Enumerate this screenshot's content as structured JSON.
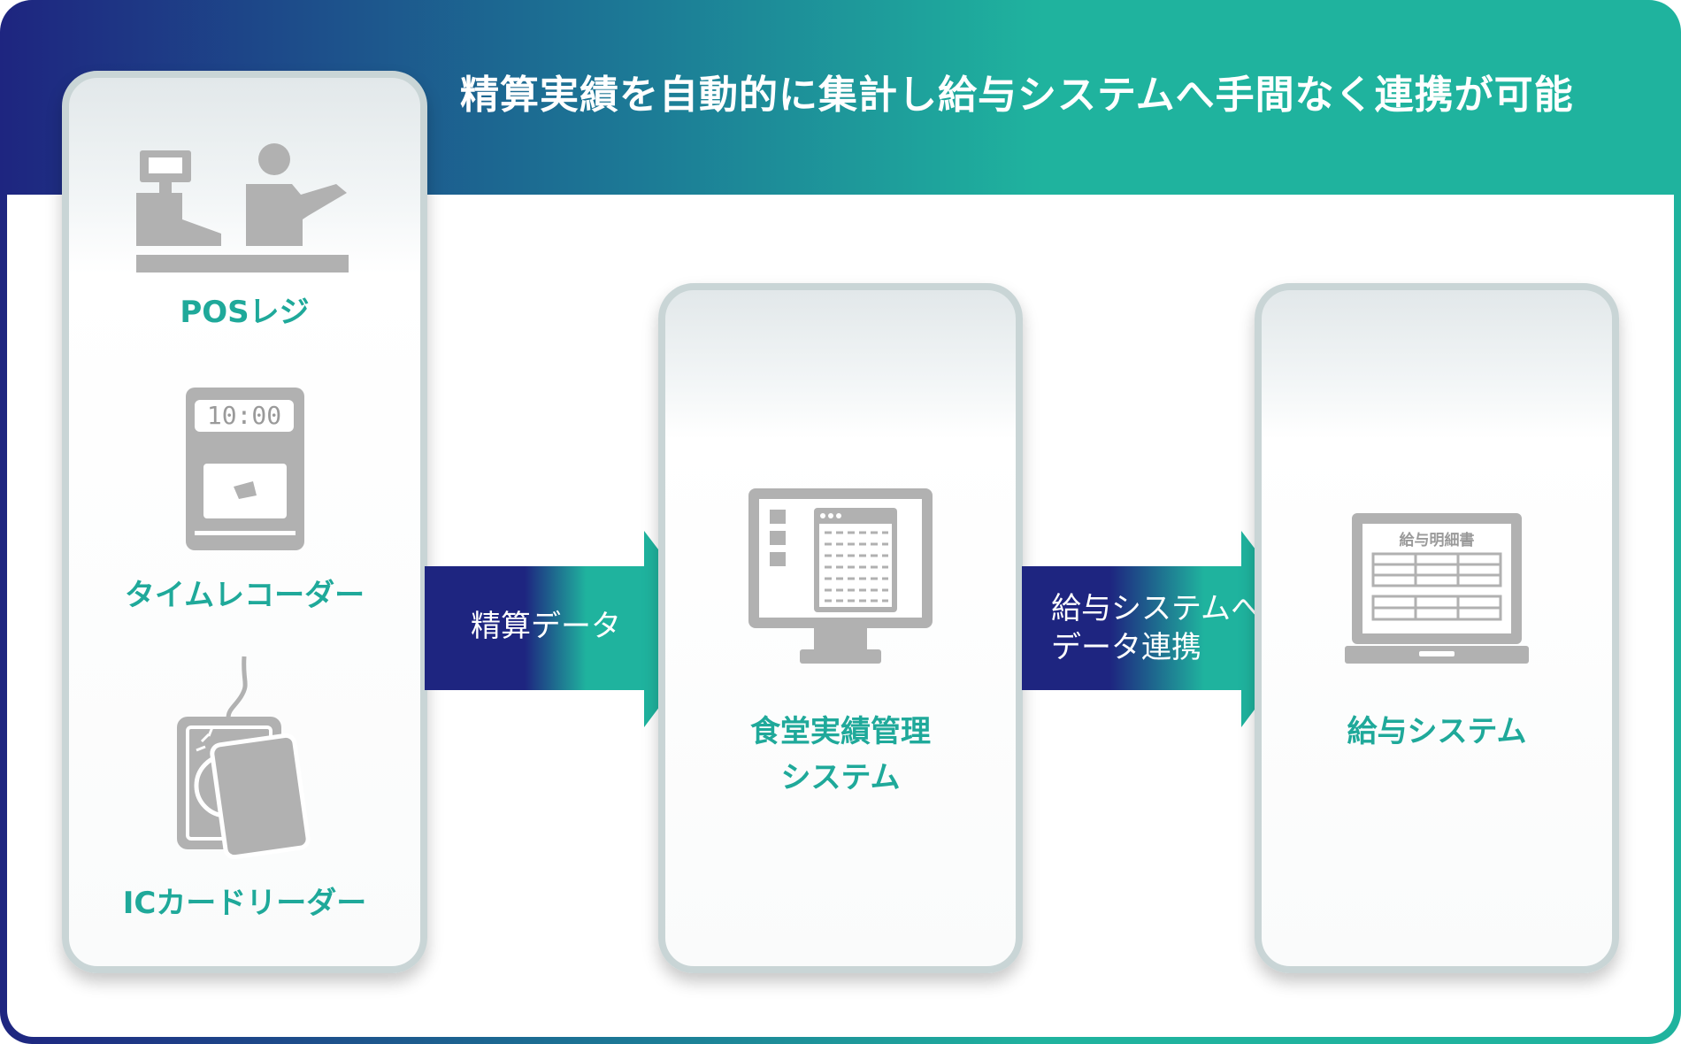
{
  "headline": "精算実績を自動的に集計し給与システムへ手間なく連携が可能",
  "inputs": {
    "pos_label": "POSレジ",
    "timecard_label": "タイムレコーダー",
    "timecard_display": "10:00",
    "ic_label": "ICカードリーダー"
  },
  "arrow1": {
    "label": "精算データ"
  },
  "meal_system": {
    "line1": "食堂実績管理",
    "line2": "システム"
  },
  "arrow2": {
    "line1": "給与システムへ",
    "line2": "データ連携"
  },
  "payroll": {
    "label": "給与システム",
    "screen_title": "給与明細書"
  },
  "colors": {
    "navy": "#1e2580",
    "teal": "#1fb39e",
    "label_teal": "#1fa99a",
    "icon_gray": "#b1b1b1"
  }
}
